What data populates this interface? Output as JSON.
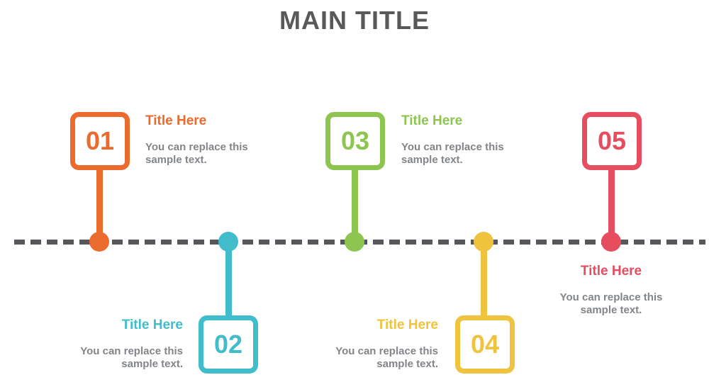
{
  "main_title": "MAIN TITLE",
  "timeline": {
    "line_color": "#55575B",
    "style": "dashed"
  },
  "text_colors": {
    "title_heading": "#58595B",
    "body_text": "#828589"
  },
  "milestones": [
    {
      "number": "01",
      "title": "Title Here",
      "body": "You can replace this sample text.",
      "color": "#EB6A2E",
      "side": "above"
    },
    {
      "number": "02",
      "title": "Title Here",
      "body": "You can replace this sample text.",
      "color": "#41BCCB",
      "side": "below"
    },
    {
      "number": "03",
      "title": "Title Here",
      "body": "You can replace this sample text.",
      "color": "#8DC550",
      "side": "above"
    },
    {
      "number": "04",
      "title": "Title Here",
      "body": "You can replace this sample text.",
      "color": "#F0C33F",
      "side": "below"
    },
    {
      "number": "05",
      "title": "Title Here",
      "body": "You can replace this sample text.",
      "color": "#E64D5F",
      "side": "above"
    }
  ]
}
